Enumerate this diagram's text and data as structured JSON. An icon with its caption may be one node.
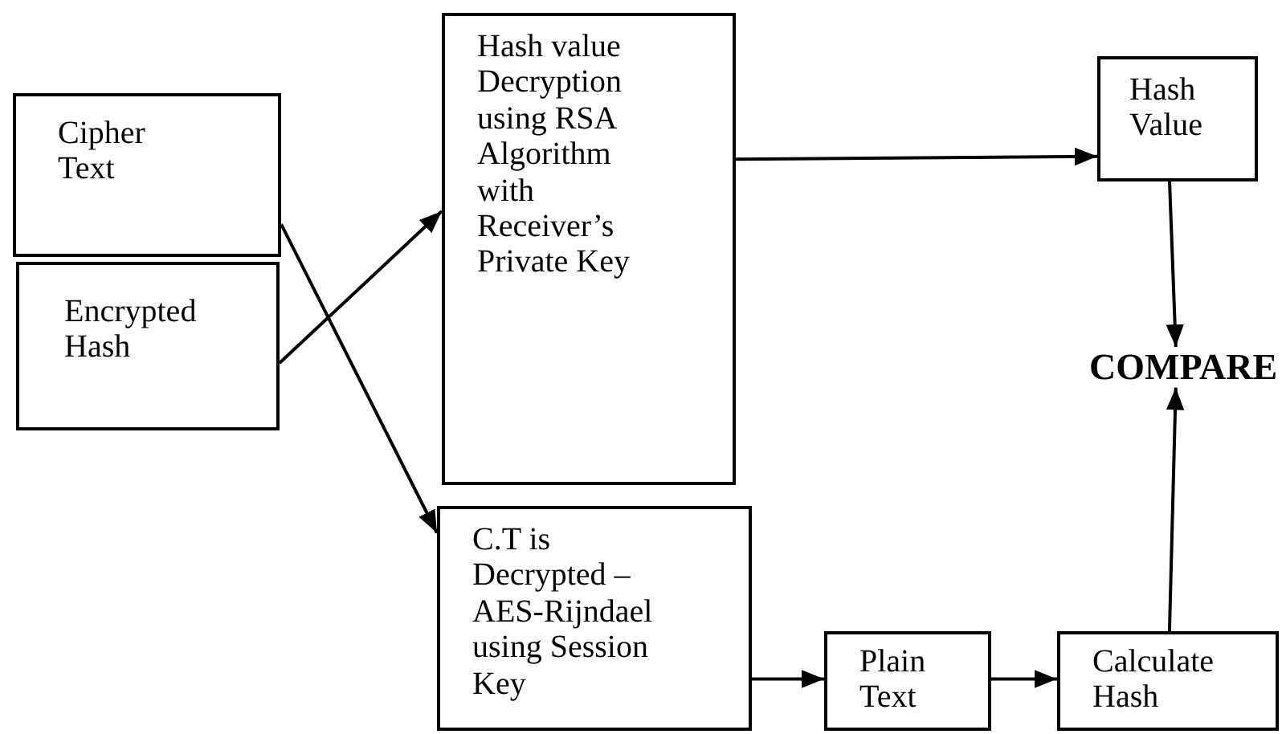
{
  "diagram": {
    "nodes": [
      {
        "text": [
          "Cipher Text"
        ]
      },
      {
        "text": [
          "Encrypted Hash"
        ]
      },
      {
        "text": [
          "Hash value Decryption using RSA Algorithm with Receiver’s Private Key"
        ]
      },
      {
        "text": [
          "Hash Value"
        ]
      },
      {
        "text": [
          "COMPARE"
        ]
      },
      {
        "text": [
          "C.T is Decrypted – AES-Rijndael using Session Key"
        ]
      },
      {
        "text": [
          "Plain Text"
        ]
      },
      {
        "text": [
          "Calculate Hash"
        ]
      }
    ],
    "edges": [
      {
        "from": 0,
        "to": 5,
        "arrow": "to"
      },
      {
        "from": 1,
        "to": 2,
        "arrow": "to"
      },
      {
        "from": 2,
        "to": 3,
        "arrow": "to"
      },
      {
        "from": 3,
        "to": 4,
        "arrow": "to"
      },
      {
        "from": 5,
        "to": 6,
        "arrow": "to"
      },
      {
        "from": 6,
        "to": 7,
        "arrow": "to"
      },
      {
        "from": 7,
        "to": 4,
        "arrow": "to"
      }
    ]
  }
}
